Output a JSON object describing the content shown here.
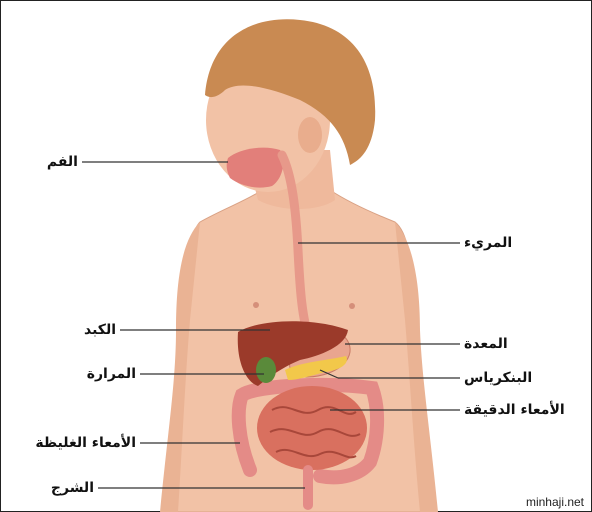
{
  "labels": {
    "mouth": "الفم",
    "esophagus": "المريء",
    "liver": "الكبد",
    "stomach": "المعدة",
    "pancreas": "البنكرياس",
    "gallbladder": "المرارة",
    "small_intestine": "الأمعاء الدقيقة",
    "large_intestine": "الأمعاء الغليظة",
    "anus": "الشرج"
  },
  "credit": "minhaji.net",
  "colors": {
    "skin": "#f2c2a6",
    "hair": "#c98a52",
    "liver": "#9b3a2a",
    "stomach": "#e9a58f",
    "pancreas": "#f2c84a",
    "gallbladder": "#5a8a3a",
    "intestine": "#d9705f",
    "leader_line": "#333333"
  }
}
